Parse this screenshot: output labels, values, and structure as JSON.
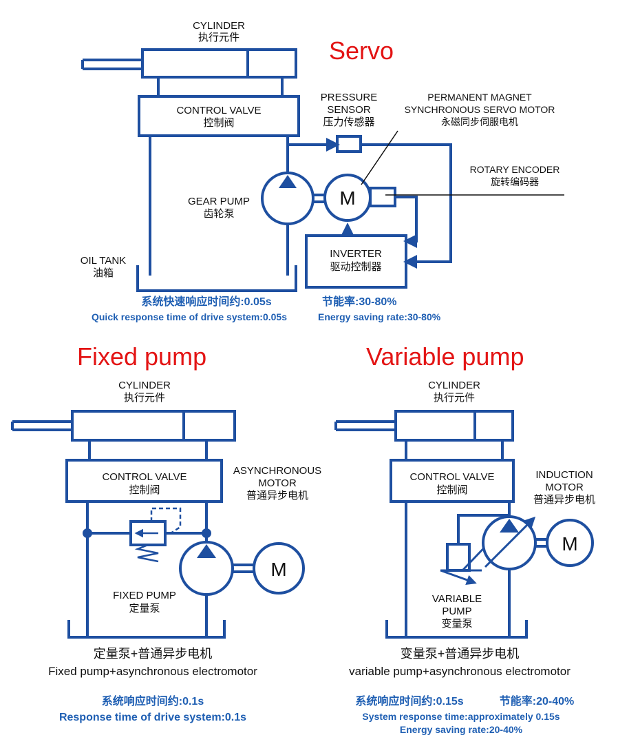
{
  "colors": {
    "line": "#1e4fa0",
    "title": "#e31414",
    "caption_blue": "#1f5fb3",
    "text": "#111111"
  },
  "servo": {
    "title": "Servo",
    "cylinder_en": "CYLINDER",
    "cylinder_cn": "执行元件",
    "valve_en": "CONTROL VALVE",
    "valve_cn": "控制阀",
    "pressure_en1": "PRESSURE",
    "pressure_en2": "SENSOR",
    "pressure_cn": "压力传感器",
    "motor_en1": "PERMANENT MAGNET",
    "motor_en2": "SYNCHRONOUS SERVO MOTOR",
    "motor_cn": "永磁同步伺服电机",
    "encoder_en": "ROTARY ENCODER",
    "encoder_cn": "旋转编码器",
    "pump_en": "GEAR PUMP",
    "pump_cn": "齿轮泵",
    "motor_symbol": "M",
    "inverter_en": "INVERTER",
    "inverter_cn": "驱动控制器",
    "tank_en": "OIL TANK",
    "tank_cn": "油箱",
    "resp_cn": "系统快速响应时间约:0.05s",
    "resp_en": "Quick response time of drive system:0.05s",
    "save_cn": "节能率:30-80%",
    "save_en": "Energy saving rate:30-80%"
  },
  "fixed": {
    "title": "Fixed pump",
    "cylinder_en": "CYLINDER",
    "cylinder_cn": "执行元件",
    "valve_en": "CONTROL VALVE",
    "valve_cn": "控制阀",
    "motor_en1": "ASYNCHRONOUS",
    "motor_en2": "MOTOR",
    "motor_cn": "普通异步电机",
    "motor_symbol": "M",
    "pump_en": "FIXED PUMP",
    "pump_cn": "定量泵",
    "combo_cn": "定量泵+普通异步电机",
    "combo_en": "Fixed pump+asynchronous electromotor",
    "resp_cn": "系统响应时间约:0.1s",
    "resp_en": "Response time of drive system:0.1s"
  },
  "variable": {
    "title": "Variable pump",
    "cylinder_en": "CYLINDER",
    "cylinder_cn": "执行元件",
    "valve_en": "CONTROL VALVE",
    "valve_cn": "控制阀",
    "motor_en1": "INDUCTION",
    "motor_en2": "MOTOR",
    "motor_cn": "普通异步电机",
    "motor_symbol": "M",
    "pump_en1": "VARIABLE",
    "pump_en2": "PUMP",
    "pump_cn": "变量泵",
    "combo_cn": "变量泵+普通异步电机",
    "combo_en": "variable pump+asynchronous electromotor",
    "resp_cn": "系统响应时间约:0.15s",
    "save_cn": "节能率:20-40%",
    "resp_en": "System response time:approximately 0.15s",
    "save_en": "Energy saving rate:20-40%"
  }
}
